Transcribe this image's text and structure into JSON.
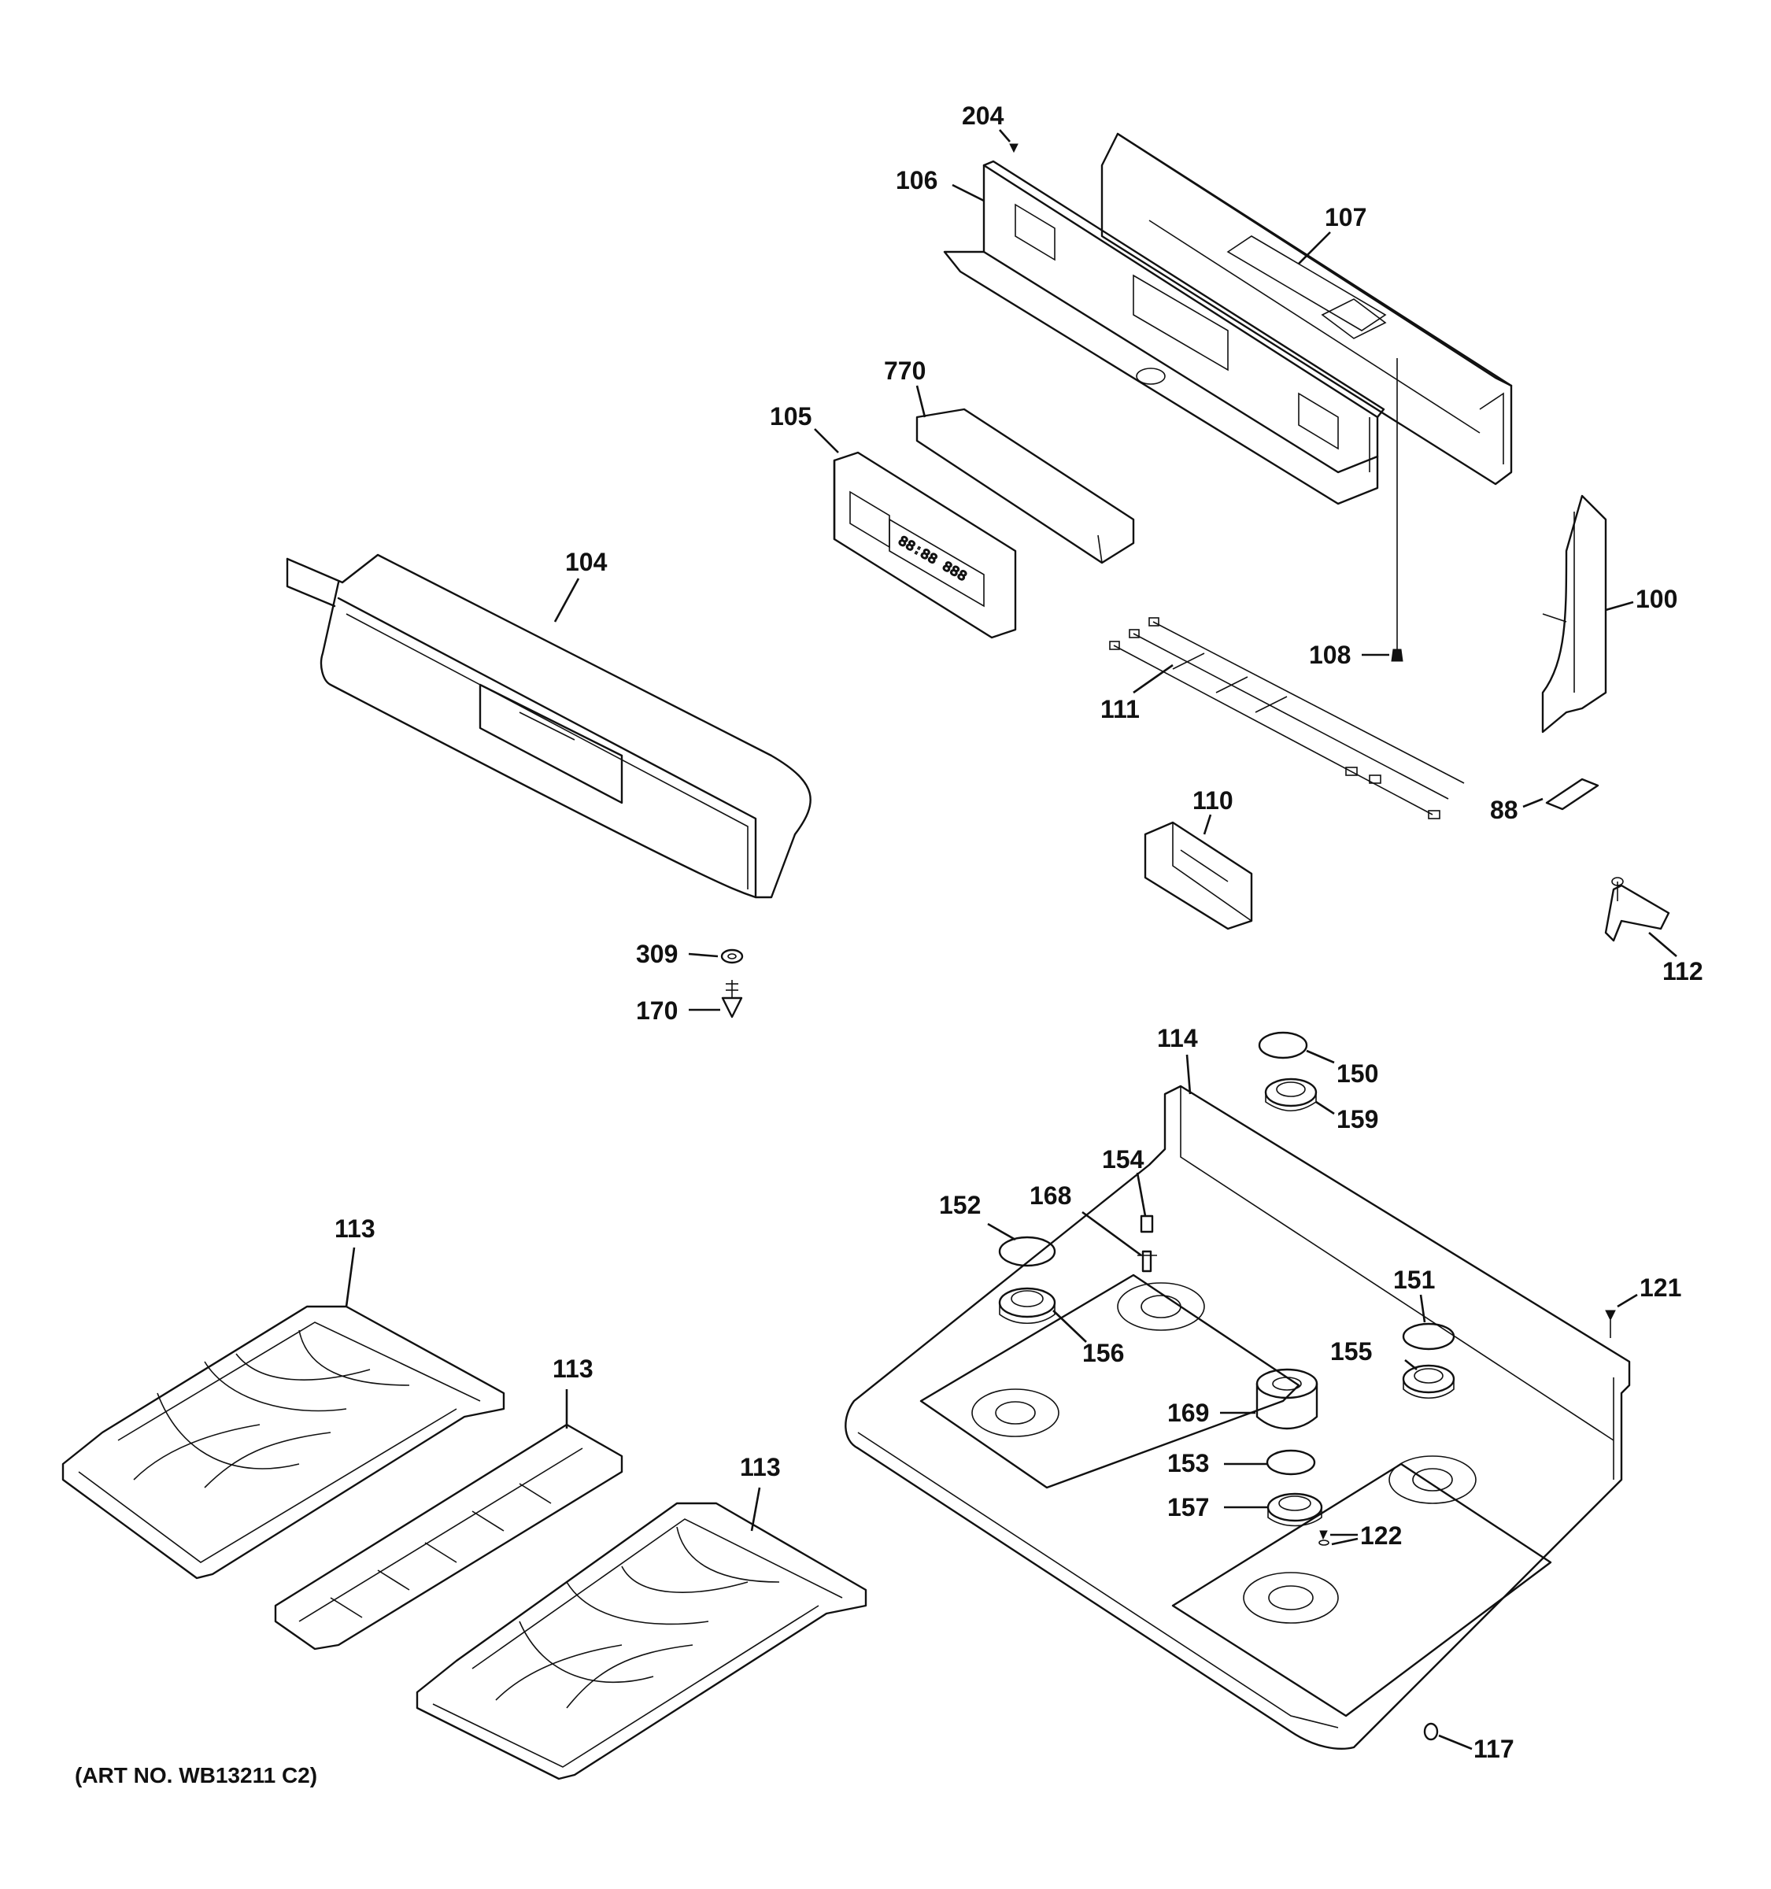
{
  "art_number": "(ART NO. WB13211 C2)",
  "callouts": {
    "c204": "204",
    "c106": "106",
    "c107": "107",
    "c770": "770",
    "c105": "105",
    "c104": "104",
    "c100": "100",
    "c108": "108",
    "c111": "111",
    "c110": "110",
    "c88": "88",
    "c112": "112",
    "c309": "309",
    "c170": "170",
    "c114": "114",
    "c150": "150",
    "c159": "159",
    "c154": "154",
    "c152": "152",
    "c168": "168",
    "c151": "151",
    "c121": "121",
    "c156": "156",
    "c155": "155",
    "c169": "169",
    "c153": "153",
    "c157": "157",
    "c122": "122",
    "c117": "117",
    "c113a": "113",
    "c113b": "113",
    "c113c": "113"
  }
}
